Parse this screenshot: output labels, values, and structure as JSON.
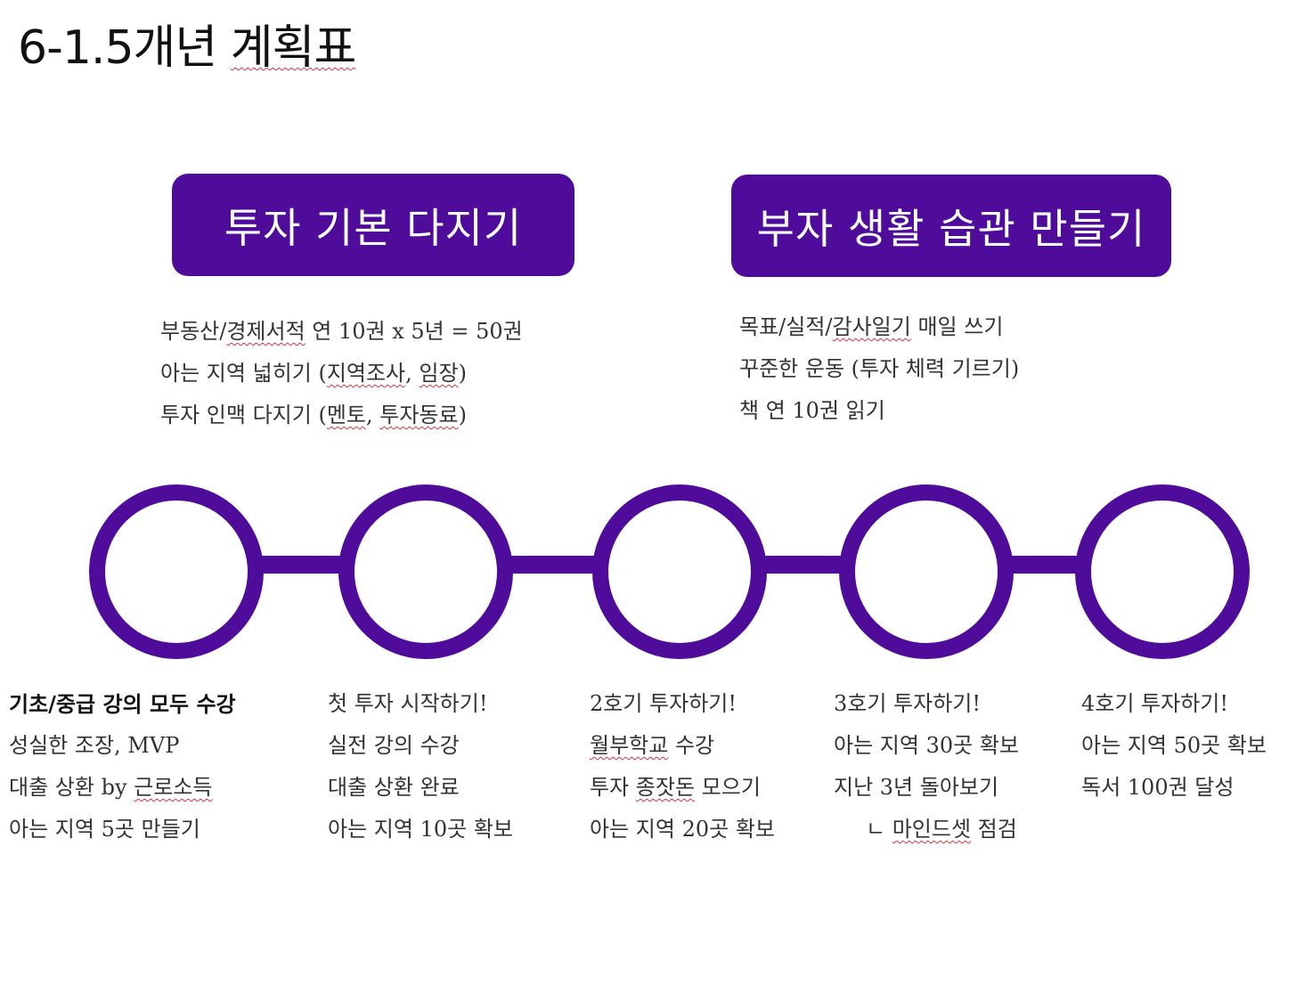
{
  "title": {
    "prefix": "6-1.5개년 ",
    "word": "계획표"
  },
  "headers": {
    "left": "투자 기본 다지기",
    "right": "부자 생활 습관 만들기"
  },
  "goals_left": {
    "line1_a": "부동산/",
    "line1_b": "경제서적",
    "line1_c": " 연 10권 x 5년 = 50권",
    "line2_a": "아는 지역 넓히기 (",
    "line2_b": "지역조사",
    "line2_c": ", ",
    "line2_d": "임장",
    "line2_e": ")",
    "line3_a": "투자 인맥 다지기 (",
    "line3_b": "멘토",
    "line3_c": ", ",
    "line3_d": "투자동료",
    "line3_e": ")"
  },
  "goals_right": {
    "line1_a": "목표/실적/",
    "line1_b": "감사일기",
    "line1_c": " 매일 쓰기",
    "line2": "꾸준한 운동 (투자 체력 기르기)",
    "line3": "책 연 10권 읽기"
  },
  "timeline": {
    "color": "#4f0b99",
    "nodes": 5
  },
  "milestones": {
    "m1": {
      "line1": "기초/중급 강의 모두 수강",
      "line2": "성실한 조장, MVP",
      "line3_a": "대출 상환 by ",
      "line3_b": "근로소득",
      "line4": "아는 지역 5곳 만들기"
    },
    "m2": {
      "line1": "첫 투자 시작하기!",
      "line2": "실전 강의 수강",
      "line3": "대출 상환 완료",
      "line4": "아는 지역 10곳 확보"
    },
    "m3": {
      "line1": "2호기 투자하기!",
      "line2_a": "월부학교",
      "line2_b": " 수강",
      "line3_a": "투자 ",
      "line3_b": "종잣돈",
      "line3_c": " 모으기",
      "line4": "아는 지역 20곳 확보"
    },
    "m4": {
      "line1": "3호기 투자하기!",
      "line2": "아는 지역 30곳 확보",
      "line3": "지난 3년 돌아보기",
      "line4_a": "ㄴ ",
      "line4_b": "마인드셋",
      "line4_c": " 점검"
    },
    "m5": {
      "line1": "4호기 투자하기!",
      "line2": "아는 지역 50곳 확보",
      "line3": "독서 100권 달성"
    }
  }
}
